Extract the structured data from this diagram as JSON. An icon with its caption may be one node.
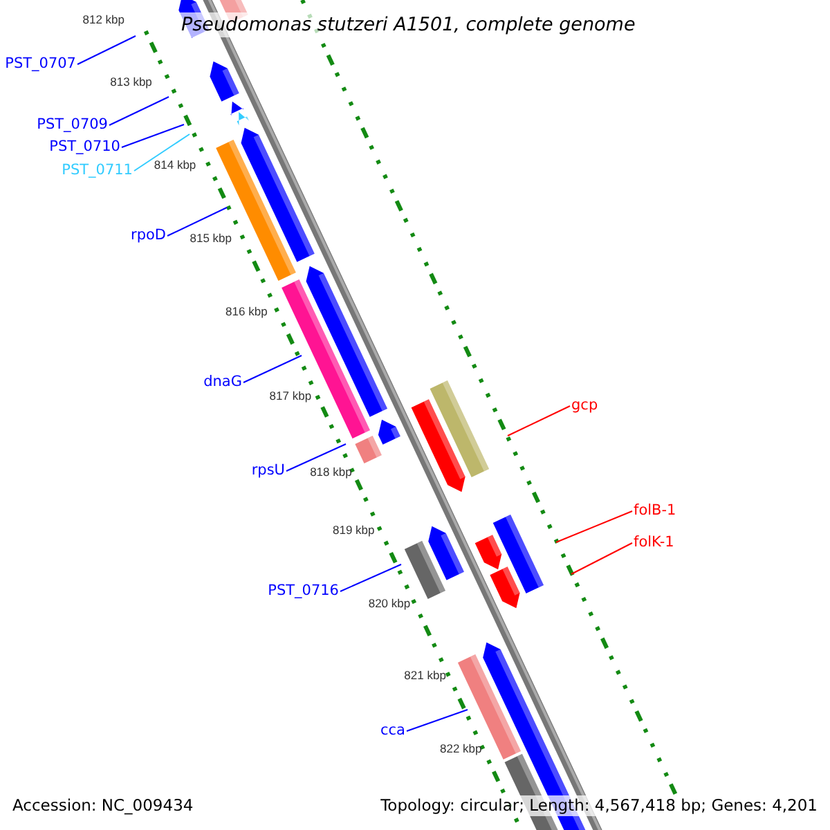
{
  "diagram": {
    "title": "Pseudomonas stutzeri A1501, complete genome",
    "nodes": [
      {
        "text": [
          "PST_0707"
        ]
      },
      {
        "text": [
          "PST_0709"
        ]
      },
      {
        "text": [
          "PST_0710"
        ]
      },
      {
        "text": [
          "PST_0711"
        ]
      },
      {
        "text": [
          "rpoD"
        ]
      },
      {
        "text": [
          "dnaG"
        ]
      },
      {
        "text": [
          "rpsU"
        ]
      },
      {
        "text": [
          "PST_0716"
        ]
      },
      {
        "text": [
          "cca"
        ]
      },
      {
        "text": [
          "gcp"
        ]
      },
      {
        "text": [
          "folB-1"
        ]
      },
      {
        "text": [
          "folK-1"
        ]
      }
    ],
    "edges": [
      {
        "from": 0,
        "to": null,
        "arrow": "none"
      },
      {
        "from": 1,
        "to": null,
        "arrow": "none"
      },
      {
        "from": 2,
        "to": null,
        "arrow": "none"
      },
      {
        "from": 3,
        "to": null,
        "arrow": "none",
        "color": "#33ccff"
      },
      {
        "from": 4,
        "to": null,
        "arrow": "none"
      },
      {
        "from": 5,
        "to": null,
        "arrow": "none"
      },
      {
        "from": 6,
        "to": null,
        "arrow": "none"
      },
      {
        "from": 7,
        "to": null,
        "arrow": "none"
      },
      {
        "from": 8,
        "to": null,
        "arrow": "none"
      },
      {
        "from": 9,
        "to": null,
        "arrow": "none",
        "color": "#ff0000"
      },
      {
        "from": 10,
        "to": null,
        "arrow": "none",
        "color": "#ff0000"
      },
      {
        "from": 11,
        "to": null,
        "arrow": "none",
        "color": "#ff0000"
      }
    ],
    "labels": [
      "812 kbp",
      "813 kbp",
      "814 kbp",
      "815 kbp",
      "816 kbp",
      "817 kbp",
      "818 kbp",
      "819 kbp",
      "820 kbp",
      "821 kbp",
      "822 kbp",
      "Accession: NC_009434",
      "Topology: circular; Length: 4,567,418 bp; Genes: 4,201"
    ]
  }
}
